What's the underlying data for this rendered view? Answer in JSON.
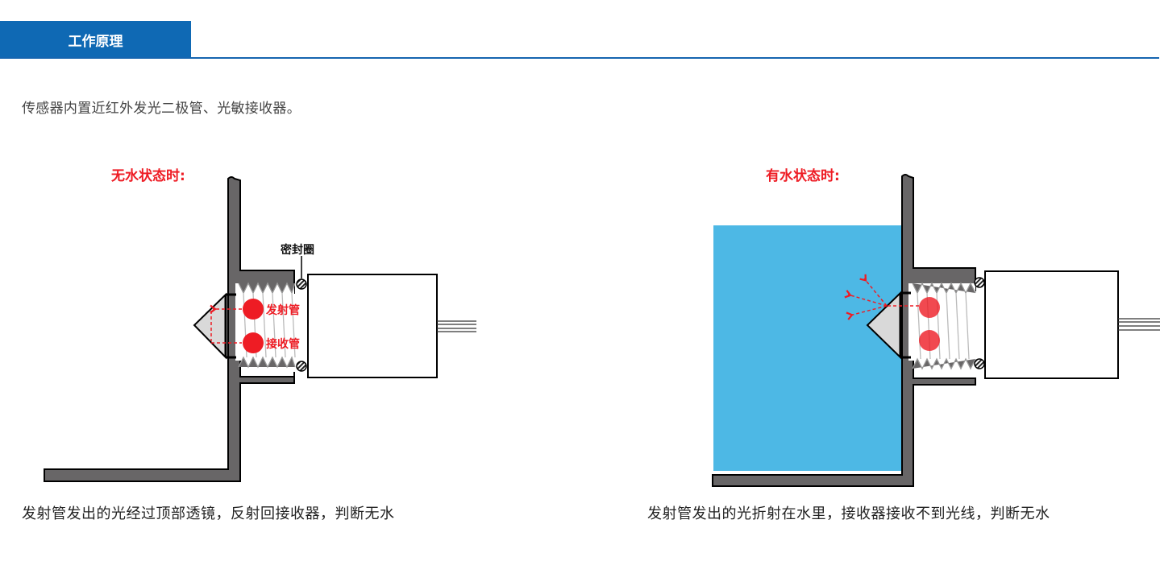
{
  "header": {
    "tab_label": "工作原理",
    "accent_color": "#0f69b4"
  },
  "intro_text": "传感器内置近红外发光二极管、光敏接收器。",
  "diagrams": [
    {
      "state_label": "无水状态时:",
      "seal_label": "密封圈",
      "emitter_label": "发射管",
      "receiver_label": "接收管",
      "caption": "发射管发出的光经过顶部透镜，反射回接收器，判断无水"
    },
    {
      "state_label": "有水状态时:",
      "water_color": "#4db8e5",
      "caption": "发射管发出的光折射在水里，接收器接收不到光线，判断无水"
    }
  ],
  "colors": {
    "wall": "#686667",
    "label_red": "#ee1c24",
    "led_red": "#ee1c24"
  }
}
